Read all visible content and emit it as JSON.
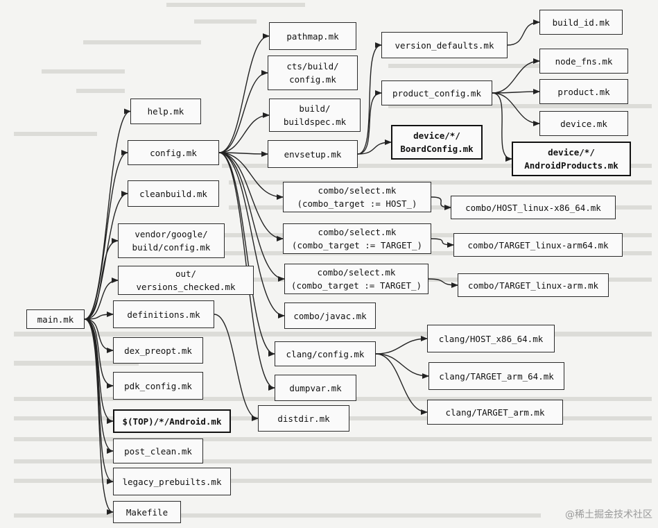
{
  "diagram": {
    "nodes": [
      {
        "id": "main",
        "lines": [
          "main.mk"
        ]
      },
      {
        "id": "help",
        "lines": [
          "help.mk"
        ]
      },
      {
        "id": "config",
        "lines": [
          "config.mk"
        ]
      },
      {
        "id": "cleanbuild",
        "lines": [
          "cleanbuild.mk"
        ]
      },
      {
        "id": "vendor",
        "lines": [
          "vendor/google/",
          "build/config.mk"
        ]
      },
      {
        "id": "out",
        "lines": [
          "out/",
          "versions_checked.mk"
        ]
      },
      {
        "id": "definitions",
        "lines": [
          "definitions.mk"
        ]
      },
      {
        "id": "dexpreopt",
        "lines": [
          "dex_preopt.mk"
        ]
      },
      {
        "id": "pdk",
        "lines": [
          "pdk_config.mk"
        ]
      },
      {
        "id": "android",
        "lines": [
          "$(TOP)/*/Android.mk"
        ],
        "bold": true
      },
      {
        "id": "postclean",
        "lines": [
          "post_clean.mk"
        ]
      },
      {
        "id": "legacy",
        "lines": [
          "legacy_prebuilts.mk"
        ]
      },
      {
        "id": "makefile",
        "lines": [
          "Makefile"
        ]
      },
      {
        "id": "pathmap",
        "lines": [
          "pathmap.mk"
        ]
      },
      {
        "id": "cts",
        "lines": [
          "cts/build/",
          "config.mk"
        ]
      },
      {
        "id": "buildspec",
        "lines": [
          "build/",
          "buildspec.mk"
        ]
      },
      {
        "id": "envsetup",
        "lines": [
          "envsetup.mk"
        ]
      },
      {
        "id": "combo1",
        "lines": [
          "combo/select.mk",
          "(combo_target := HOST_)"
        ]
      },
      {
        "id": "combo2",
        "lines": [
          "combo/select.mk",
          "(combo_target := TARGET_)"
        ]
      },
      {
        "id": "combo3",
        "lines": [
          "combo/select.mk",
          "(combo_target := TARGET_)"
        ]
      },
      {
        "id": "javac",
        "lines": [
          "combo/javac.mk"
        ]
      },
      {
        "id": "clang",
        "lines": [
          "clang/config.mk"
        ]
      },
      {
        "id": "dumpvar",
        "lines": [
          "dumpvar.mk"
        ]
      },
      {
        "id": "distdir",
        "lines": [
          "distdir.mk"
        ]
      },
      {
        "id": "versiondef",
        "lines": [
          "version_defaults.mk"
        ]
      },
      {
        "id": "productconfig",
        "lines": [
          "product_config.mk"
        ]
      },
      {
        "id": "boardconfig",
        "lines": [
          "device/*/",
          "BoardConfig.mk"
        ],
        "bold": true
      },
      {
        "id": "buildid",
        "lines": [
          "build_id.mk"
        ]
      },
      {
        "id": "nodefns",
        "lines": [
          "node_fns.mk"
        ]
      },
      {
        "id": "product",
        "lines": [
          "product.mk"
        ]
      },
      {
        "id": "device",
        "lines": [
          "device.mk"
        ]
      },
      {
        "id": "androidproducts",
        "lines": [
          "device/*/",
          "AndroidProducts.mk"
        ],
        "bold": true
      },
      {
        "id": "hostlinux",
        "lines": [
          "combo/HOST_linux-x86_64.mk"
        ]
      },
      {
        "id": "targetarm64",
        "lines": [
          "combo/TARGET_linux-arm64.mk"
        ]
      },
      {
        "id": "targetarm",
        "lines": [
          "combo/TARGET_linux-arm.mk"
        ]
      },
      {
        "id": "clanghost",
        "lines": [
          "clang/HOST_x86_64.mk"
        ]
      },
      {
        "id": "clangtarget64",
        "lines": [
          "clang/TARGET_arm_64.mk"
        ]
      },
      {
        "id": "clangtarget",
        "lines": [
          "clang/TARGET_arm.mk"
        ]
      }
    ],
    "edges": [
      [
        "main",
        "help"
      ],
      [
        "main",
        "config"
      ],
      [
        "main",
        "cleanbuild"
      ],
      [
        "main",
        "vendor"
      ],
      [
        "main",
        "out"
      ],
      [
        "main",
        "definitions"
      ],
      [
        "main",
        "dexpreopt"
      ],
      [
        "main",
        "pdk"
      ],
      [
        "main",
        "android"
      ],
      [
        "main",
        "postclean"
      ],
      [
        "main",
        "legacy"
      ],
      [
        "main",
        "makefile"
      ],
      [
        "config",
        "pathmap"
      ],
      [
        "config",
        "cts"
      ],
      [
        "config",
        "buildspec"
      ],
      [
        "config",
        "envsetup"
      ],
      [
        "config",
        "combo1"
      ],
      [
        "config",
        "combo2"
      ],
      [
        "config",
        "combo3"
      ],
      [
        "config",
        "javac"
      ],
      [
        "config",
        "clang"
      ],
      [
        "config",
        "dumpvar"
      ],
      [
        "definitions",
        "distdir"
      ],
      [
        "envsetup",
        "versiondef"
      ],
      [
        "envsetup",
        "productconfig"
      ],
      [
        "envsetup",
        "boardconfig"
      ],
      [
        "versiondef",
        "buildid"
      ],
      [
        "productconfig",
        "nodefns"
      ],
      [
        "productconfig",
        "product"
      ],
      [
        "productconfig",
        "device"
      ],
      [
        "productconfig",
        "androidproducts"
      ],
      [
        "combo1",
        "hostlinux"
      ],
      [
        "combo2",
        "targetarm64"
      ],
      [
        "combo3",
        "targetarm"
      ],
      [
        "clang",
        "clanghost"
      ],
      [
        "clang",
        "clangtarget64"
      ],
      [
        "clang",
        "clangtarget"
      ]
    ]
  },
  "watermark": "@稀土掘金技术社区"
}
